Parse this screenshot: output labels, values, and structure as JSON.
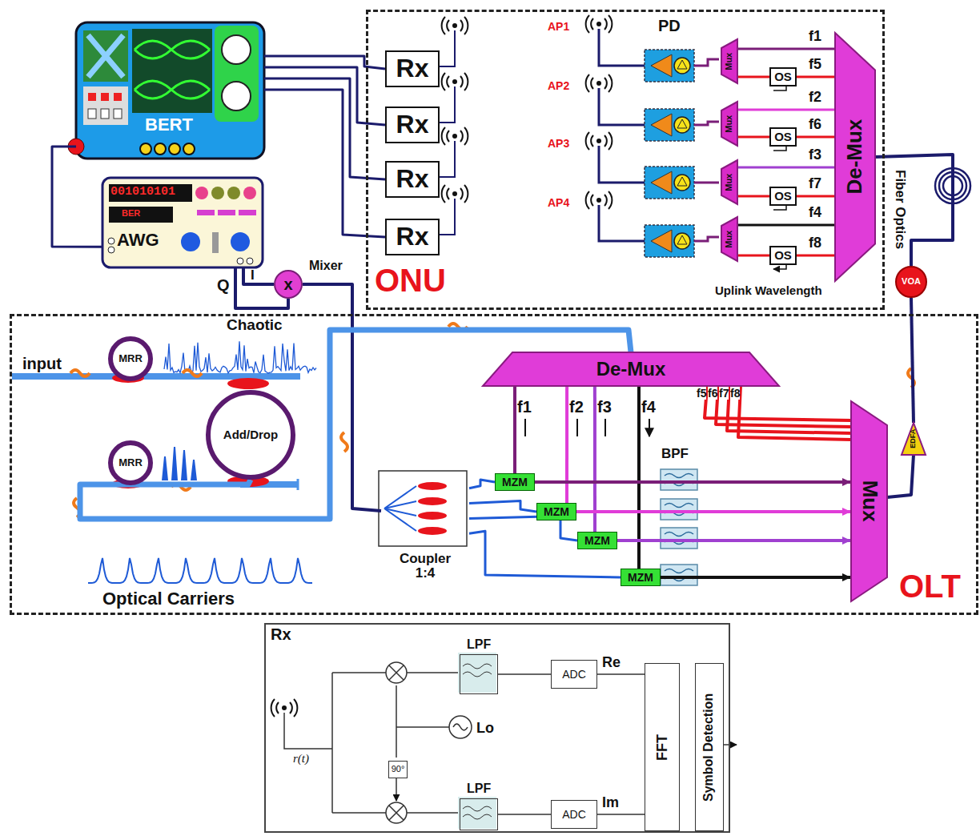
{
  "diagram": {
    "nodes": [
      {
        "text": [
          "BERT"
        ]
      },
      {
        "text": [
          "001010101",
          "BER",
          "AWG"
        ]
      },
      {
        "text": [
          "x",
          "Mixer"
        ]
      },
      {
        "text": [
          "ONU"
        ]
      },
      {
        "text": [
          "Rx"
        ],
        "in": 3
      },
      {
        "text": [
          "Rx"
        ],
        "in": 3
      },
      {
        "text": [
          "Rx"
        ],
        "in": 3
      },
      {
        "text": [
          "Rx"
        ],
        "in": 3
      },
      {
        "text": [
          "Mux"
        ],
        "in": 3
      },
      {
        "text": [
          "Mux"
        ],
        "in": 3
      },
      {
        "text": [
          "Mux"
        ],
        "in": 3
      },
      {
        "text": [
          "Mux"
        ],
        "in": 3
      },
      {
        "text": [
          "OS"
        ],
        "in": 3
      },
      {
        "text": [
          "OS"
        ],
        "in": 3
      },
      {
        "text": [
          "OS"
        ],
        "in": 3
      },
      {
        "text": [
          "OS"
        ],
        "in": 3
      },
      {
        "text": [
          "De-Mux"
        ],
        "in": 3
      },
      {
        "text": [
          "OLT"
        ]
      },
      {
        "text": [
          "MRR"
        ],
        "in": 17
      },
      {
        "text": [
          "Add/Drop"
        ],
        "in": 17
      },
      {
        "text": [
          "MRR"
        ],
        "in": 17
      },
      {
        "text": [
          "Coupler 1:4"
        ],
        "in": 17
      },
      {
        "text": [
          "MZM"
        ],
        "in": 17
      },
      {
        "text": [
          "MZM"
        ],
        "in": 17
      },
      {
        "text": [
          "MZM"
        ],
        "in": 17
      },
      {
        "text": [
          "MZM"
        ],
        "in": 17
      },
      {
        "text": [
          "De-Mux"
        ],
        "in": 17
      },
      {
        "text": [
          "Mux"
        ],
        "in": 17
      },
      {
        "text": [
          "EDFA"
        ],
        "in": 17
      },
      {
        "text": [
          "VOA"
        ]
      },
      {
        "text": [
          "Rx"
        ]
      },
      {
        "text": [
          "LPF"
        ],
        "in": 30
      },
      {
        "text": [
          "ADC"
        ],
        "in": 30
      },
      {
        "text": [
          "LPF"
        ],
        "in": 30
      },
      {
        "text": [
          "ADC"
        ],
        "in": 30
      },
      {
        "text": [
          "Lo"
        ],
        "in": 30
      },
      {
        "text": [
          "90°"
        ],
        "in": 30
      },
      {
        "text": [
          "FFT"
        ],
        "in": 30
      },
      {
        "text": [
          "Symbol Detection"
        ],
        "in": 30
      }
    ],
    "edges": [
      {
        "from": 4,
        "to": 0,
        "arrow": "none"
      },
      {
        "from": 5,
        "to": 0,
        "arrow": "none"
      },
      {
        "from": 6,
        "to": 0,
        "arrow": "none"
      },
      {
        "from": 7,
        "to": 0,
        "arrow": "none"
      },
      {
        "from": 1,
        "to": 0,
        "arrow": "none"
      },
      {
        "from": 1,
        "to": 2,
        "arrow": "none"
      },
      {
        "from": 1,
        "to": 2,
        "arrow": "none"
      },
      {
        "from": 2,
        "to": 21,
        "arrow": "none"
      },
      {
        "from": 19,
        "to": 26,
        "arrow": "none"
      },
      {
        "from": 21,
        "to": 22,
        "arrow": "none"
      },
      {
        "from": 21,
        "to": 23,
        "arrow": "none"
      },
      {
        "from": 21,
        "to": 24,
        "arrow": "none"
      },
      {
        "from": 21,
        "to": 25,
        "arrow": "none"
      },
      {
        "from": 26,
        "to": 22,
        "arrow": "none"
      },
      {
        "from": 26,
        "to": 23,
        "arrow": "none"
      },
      {
        "from": 26,
        "to": 24,
        "arrow": "none"
      },
      {
        "from": 26,
        "to": 25,
        "arrow": "none"
      },
      {
        "from": 22,
        "to": 27,
        "arrow": "to"
      },
      {
        "from": 23,
        "to": 27,
        "arrow": "to"
      },
      {
        "from": 24,
        "to": 27,
        "arrow": "to"
      },
      {
        "from": 25,
        "to": 27,
        "arrow": "to"
      },
      {
        "from": 26,
        "to": 27,
        "arrow": "none"
      },
      {
        "from": 26,
        "to": 27,
        "arrow": "none"
      },
      {
        "from": 26,
        "to": 27,
        "arrow": "none"
      },
      {
        "from": 26,
        "to": 27,
        "arrow": "none"
      },
      {
        "from": 27,
        "to": 28,
        "arrow": "none"
      },
      {
        "from": 28,
        "to": 29,
        "arrow": "none"
      },
      {
        "from": 29,
        "to": 16,
        "arrow": "none"
      },
      {
        "from": 16,
        "to": 8,
        "arrow": "none"
      },
      {
        "from": 16,
        "to": 9,
        "arrow": "none"
      },
      {
        "from": 16,
        "to": 10,
        "arrow": "none"
      },
      {
        "from": 16,
        "to": 11,
        "arrow": "none"
      },
      {
        "from": 16,
        "to": 12,
        "arrow": "none"
      },
      {
        "from": 16,
        "to": 13,
        "arrow": "none"
      },
      {
        "from": 16,
        "to": 14,
        "arrow": "none"
      },
      {
        "from": 16,
        "to": 15,
        "arrow": "none"
      },
      {
        "from": 12,
        "to": 8,
        "arrow": "none"
      },
      {
        "from": 13,
        "to": 9,
        "arrow": "none"
      },
      {
        "from": 14,
        "to": 10,
        "arrow": "none"
      },
      {
        "from": 15,
        "to": 11,
        "arrow": "none"
      },
      {
        "from": 31,
        "to": 32,
        "arrow": "none"
      },
      {
        "from": 33,
        "to": 34,
        "arrow": "none"
      },
      {
        "from": 32,
        "to": 37,
        "label": "Re",
        "arrow": "none"
      },
      {
        "from": 34,
        "to": 37,
        "label": "Im",
        "arrow": "none"
      }
    ],
    "labels": [
      "I",
      "Q",
      "AP1",
      "AP2",
      "AP3",
      "AP4",
      "PD",
      "f1",
      "f5",
      "f2",
      "f6",
      "f3",
      "f7",
      "f4",
      "f8",
      "Uplink Wavelength",
      "Fiber Optics",
      "input",
      "Chaotic",
      "Optical Carriers",
      "f1",
      "f2",
      "f3",
      "f4",
      "f5",
      "f6",
      "f7",
      "f8",
      "BPF",
      "r(t)"
    ]
  }
}
